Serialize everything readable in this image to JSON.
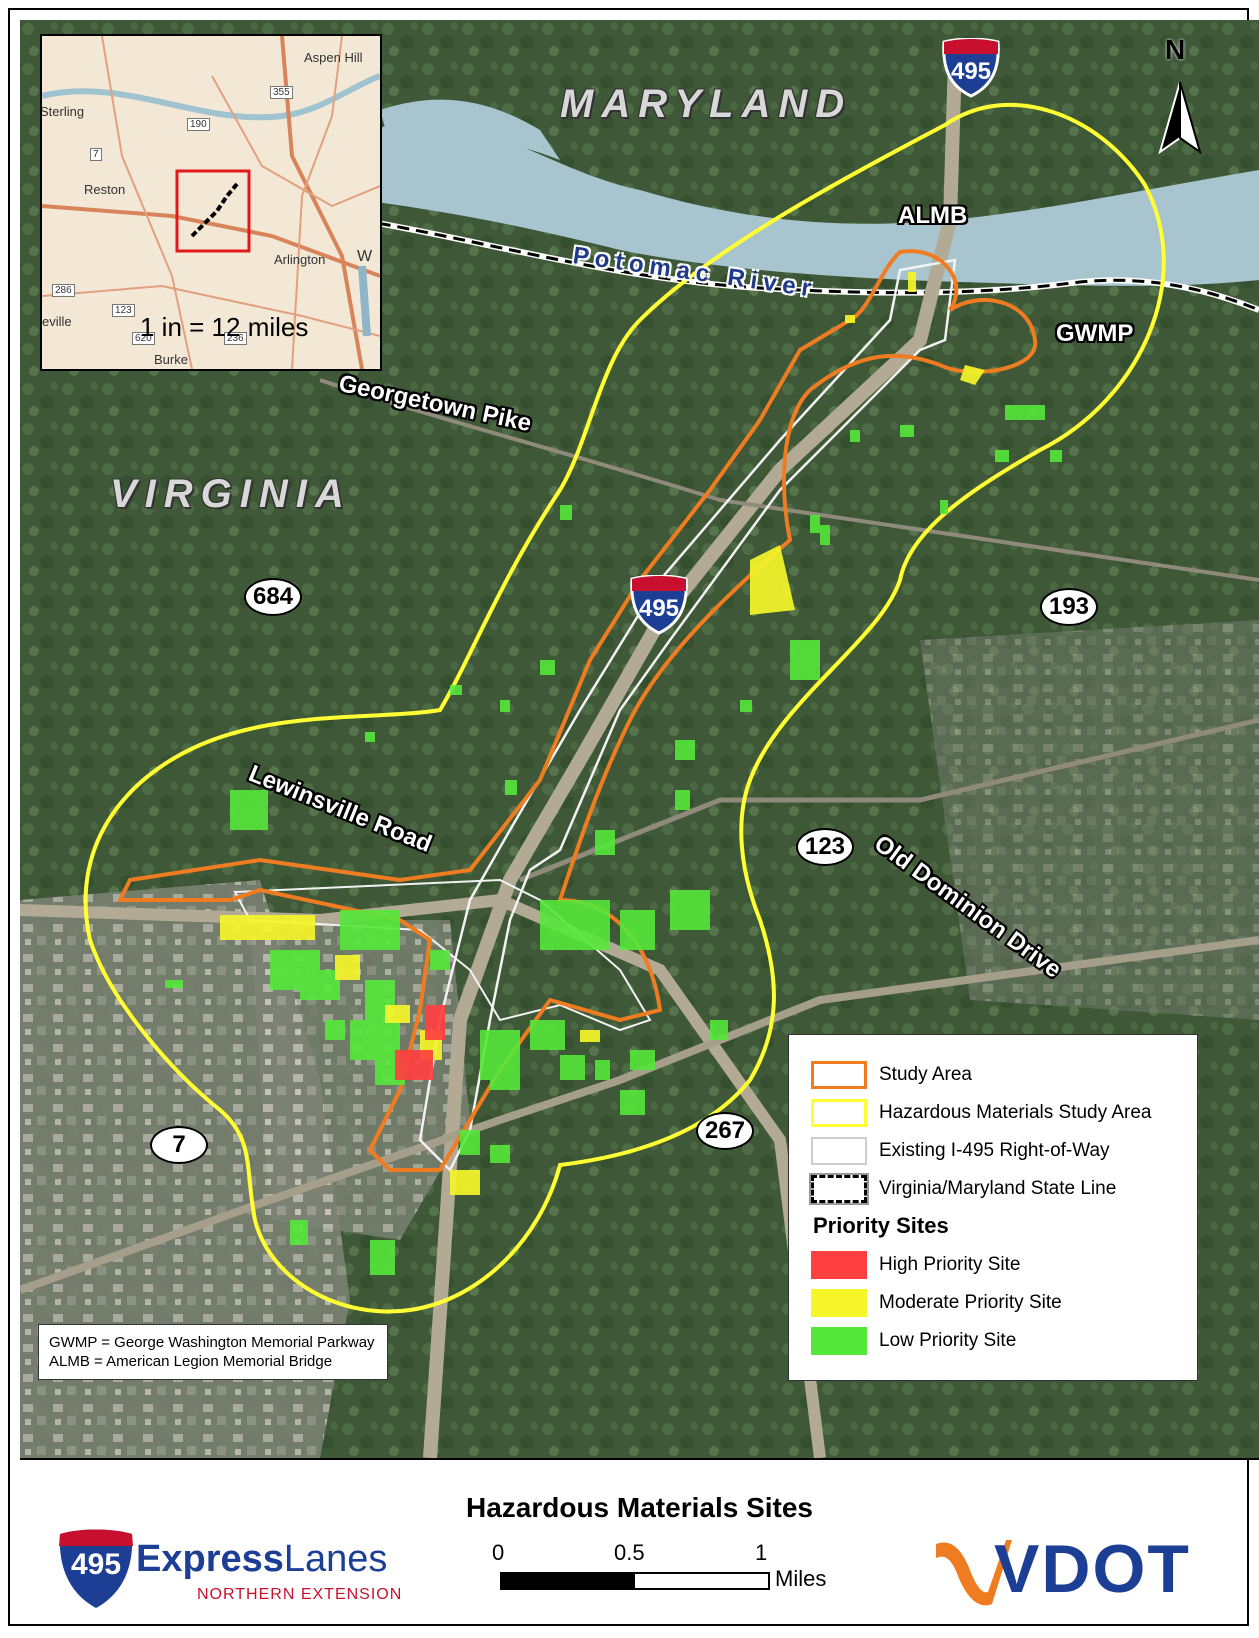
{
  "map": {
    "states": [
      "MARYLAND",
      "VIRGINIA"
    ],
    "river": "Potomac River",
    "roads": {
      "georgetown": "Georgetown Pike",
      "lewinsville": "Lewinsville Road",
      "old_dominion": "Old Dominion Drive",
      "almb": "ALMB",
      "gwmp": "GWMP"
    },
    "route_markers": [
      "684",
      "193",
      "123",
      "7",
      "267"
    ],
    "interstate": "495",
    "north_arrow": "N",
    "colors": {
      "study_area": "#f07c22",
      "hazmat_area": "#ffff33",
      "row": "#ffffff",
      "high": "#ff4040",
      "moderate": "#f5f52a",
      "low": "#55e83a",
      "river": "#a7c4cf",
      "vegetation": "#3f5a3a"
    }
  },
  "inset": {
    "places": [
      "Aspen Hill",
      "Sterling",
      "Reston",
      "Arlington",
      "Burke",
      "eville",
      "W"
    ],
    "route_numbers": [
      "355",
      "190",
      "7",
      "286",
      "123",
      "620",
      "236"
    ],
    "scale_text": "1 in = 12 miles"
  },
  "legend": {
    "items": [
      {
        "label": "Study Area",
        "type": "study"
      },
      {
        "label": "Hazardous Materials Study Area",
        "type": "hazmat"
      },
      {
        "label": "Existing I-495 Right-of-Way",
        "type": "row"
      },
      {
        "label": "Virginia/Maryland State Line",
        "type": "state"
      }
    ],
    "priority_title": "Priority Sites",
    "priority_items": [
      {
        "label": "High Priority Site",
        "color": "#ff4040"
      },
      {
        "label": "Moderate Priority Site",
        "color": "#f5f52a"
      },
      {
        "label": "Low Priority Site",
        "color": "#55e83a"
      }
    ]
  },
  "note": {
    "line1": "GWMP = George Washington Memorial Parkway",
    "line2": "ALMB = American Legion Memorial Bridge"
  },
  "footer": {
    "title": "Hazardous Materials Sites",
    "logo_left_number": "495",
    "logo_left_word1": "Express",
    "logo_left_word2": "Lanes",
    "logo_left_sub": "NORTHERN EXTENSION",
    "scale_ticks": [
      "0",
      "0.5",
      "1"
    ],
    "scale_unit": "Miles",
    "logo_right": "VDOT"
  }
}
